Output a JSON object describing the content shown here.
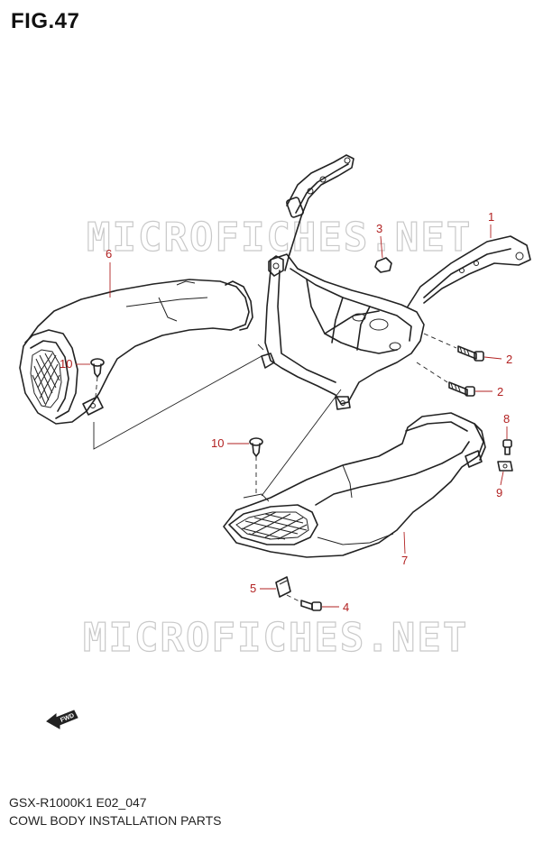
{
  "figure": {
    "title": "FIG.47",
    "model_code": "GSX-R1000K1 E02_047",
    "caption": "COWL BODY INSTALLATION PARTS"
  },
  "watermark": {
    "text": "MICROFICHES.NET"
  },
  "fwd_label": "FWD",
  "callouts": [
    {
      "number": "1"
    },
    {
      "number": "2"
    },
    {
      "number": "2"
    },
    {
      "number": "3"
    },
    {
      "number": "4"
    },
    {
      "number": "5"
    },
    {
      "number": "6"
    },
    {
      "number": "7"
    },
    {
      "number": "8"
    },
    {
      "number": "9"
    },
    {
      "number": "10"
    },
    {
      "number": "10"
    }
  ],
  "colors": {
    "callout": "#b22222",
    "linework": "#222222",
    "watermark": "#c9c9c9"
  },
  "parts_depicted": [
    {
      "icon": "cowl-bracket-frame"
    },
    {
      "icon": "left-air-duct"
    },
    {
      "icon": "right-air-duct"
    },
    {
      "icon": "bolt"
    },
    {
      "icon": "push-rivet-clip"
    },
    {
      "icon": "nut-clip"
    },
    {
      "icon": "fwd-arrow-icon"
    }
  ]
}
